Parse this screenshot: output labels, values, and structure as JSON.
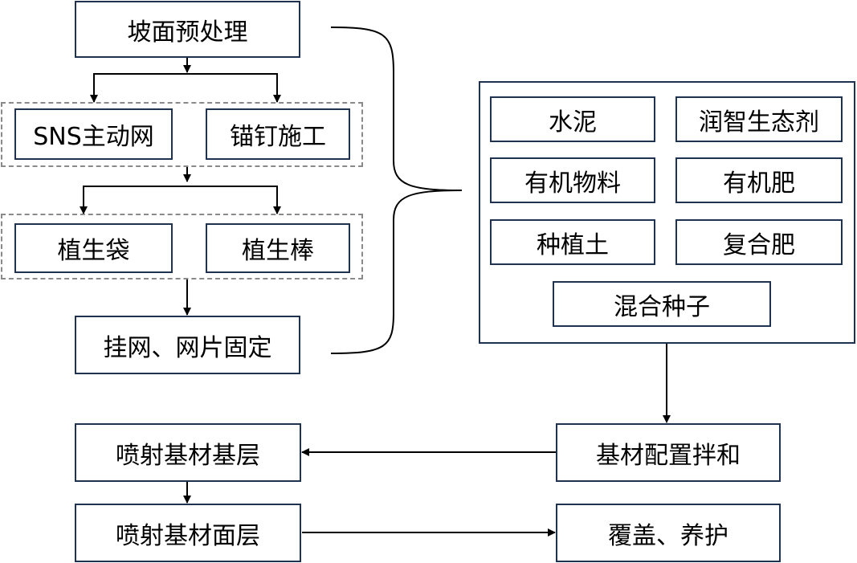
{
  "steps": {
    "slope_pretreatment": "坡面预处理",
    "sns_net": "SNS主动网",
    "anchor_nail": "锚钉施工",
    "plant_bag": "植生袋",
    "plant_stick": "植生棒",
    "hang_net": "挂网、网片固定",
    "spray_base_layer": "喷射基材基层",
    "spray_surface_layer": "喷射基材面层",
    "mix_substrate": "基材配置拌和",
    "cover_maintain": "覆盖、养护"
  },
  "materials": {
    "cement": "水泥",
    "ecological_agent": "润智生态剂",
    "organic_material": "有机物料",
    "organic_fertilizer": "有机肥",
    "planting_soil": "种植土",
    "compound_fertilizer": "复合肥",
    "mixed_seeds": "混合种子"
  },
  "colors": {
    "border": "#1f3350",
    "dashed": "#8a8a8a",
    "arrow": "#000000"
  }
}
